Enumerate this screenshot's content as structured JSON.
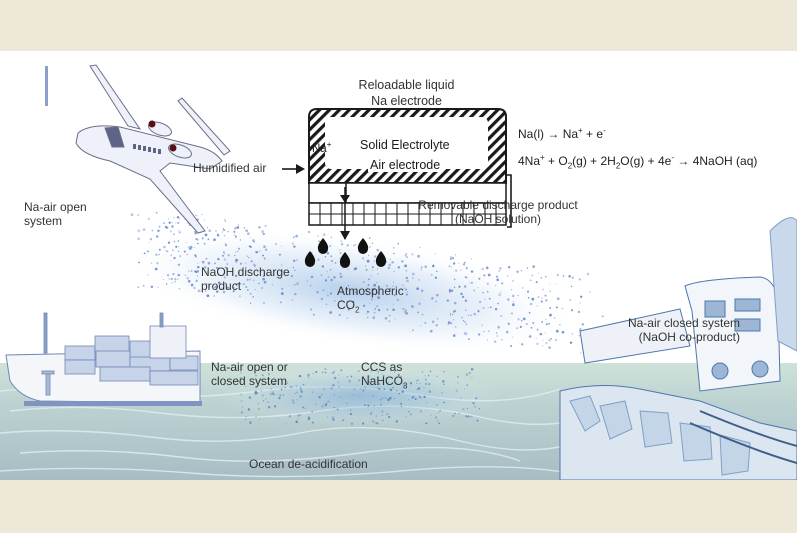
{
  "diagram": {
    "electrode_box": {
      "liquid_label_line1": "Reloadable liquid",
      "liquid_label_line2": "Na electrode",
      "ion_label": "Na",
      "ion_sup": "+",
      "electrolyte_label": "Solid Electrolyte",
      "air_electrode_label": "Air electrode"
    },
    "reactions": {
      "anode": {
        "lhs": "Na(l)",
        "arrow": "→",
        "rhs_a": "Na",
        "rhs_a_sup": "+",
        "rhs_b": " + e",
        "rhs_b_sup": "-"
      },
      "cathode": {
        "p1": "4Na",
        "p1_sup": "+",
        "p2": " + O",
        "p2_sub": "2",
        "p3": "(g) + 2H",
        "p3_sub": "2",
        "p4": "O(g) + 4e",
        "p4_sup": "-",
        "arrow": "→",
        "p5": "4NaOH (aq)"
      }
    },
    "humidified_air": "Humidified air",
    "discharge_product_line1": "Removable discharge product",
    "discharge_product_line2": "(NaOH solution)",
    "plane_label_line1": "Na-air open",
    "plane_label_line2": "system",
    "naoh_discharge_line1": "NaOH discharge",
    "naoh_discharge_line2": "product",
    "atmospheric_co2_line1": "Atmospheric",
    "atmospheric_co2_line2": "CO",
    "atmospheric_co2_sub": "2",
    "ship_label_line1": "Na-air open or",
    "ship_label_line2": "closed system",
    "ccs_line1": "CCS as",
    "ccs_line2": "NaHCO",
    "ccs_sub": "3",
    "train_label_line1": "Na-air closed system",
    "train_label_line2": "(NaOH co-product)",
    "ocean_label": "Ocean de-acidification"
  },
  "colors": {
    "frame": "#ede8d8",
    "ink": "#1a1a1a",
    "text": "#333333",
    "mist_blue": "#4a86c8",
    "ocean": "#a9c1c7",
    "ocean_light": "#cfe0dc",
    "sketch_blue": "#5b86b8",
    "plane_body": "#eef0fa",
    "engine_red": "#5a0f12"
  }
}
